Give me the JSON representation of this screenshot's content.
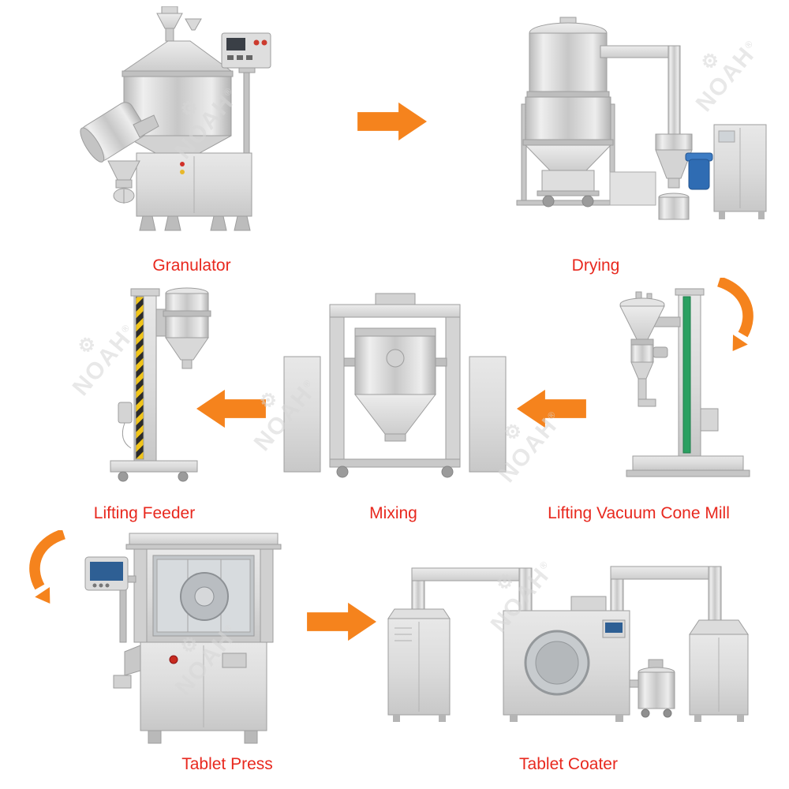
{
  "colors": {
    "arrow_orange": "#f5831d",
    "label_red": "#e8281e"
  },
  "watermark": {
    "text": "NOAH",
    "symbol": "®",
    "gear_icon": "⚙"
  },
  "stages": {
    "granulator": {
      "label": "Granulator"
    },
    "drying": {
      "label": "Drying"
    },
    "lifting_feeder": {
      "label": "Lifting Feeder"
    },
    "mixing": {
      "label": "Mixing"
    },
    "cone_mill": {
      "label": "Lifting Vacuum Cone Mill"
    },
    "tablet_press": {
      "label": "Tablet Press"
    },
    "tablet_coater": {
      "label": "Tablet Coater"
    }
  },
  "flow_order": [
    "Granulator",
    "Drying",
    "Lifting Vacuum Cone Mill",
    "Mixing",
    "Lifting Feeder",
    "Tablet Press",
    "Tablet Coater"
  ]
}
